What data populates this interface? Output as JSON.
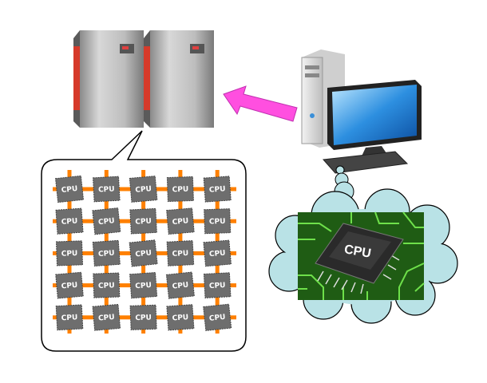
{
  "grid": {
    "rows": 5,
    "cols": 5,
    "cpu_label": "CPU"
  },
  "thought_chip": {
    "label": "CPU"
  },
  "colors": {
    "interconnect": "#ff8000",
    "cpu_tile": "#6e6e6e",
    "arrow": "#ff4fe0",
    "cloud": "#b9e2e6",
    "board": "#1f5c14",
    "trace": "#6ee04a"
  }
}
